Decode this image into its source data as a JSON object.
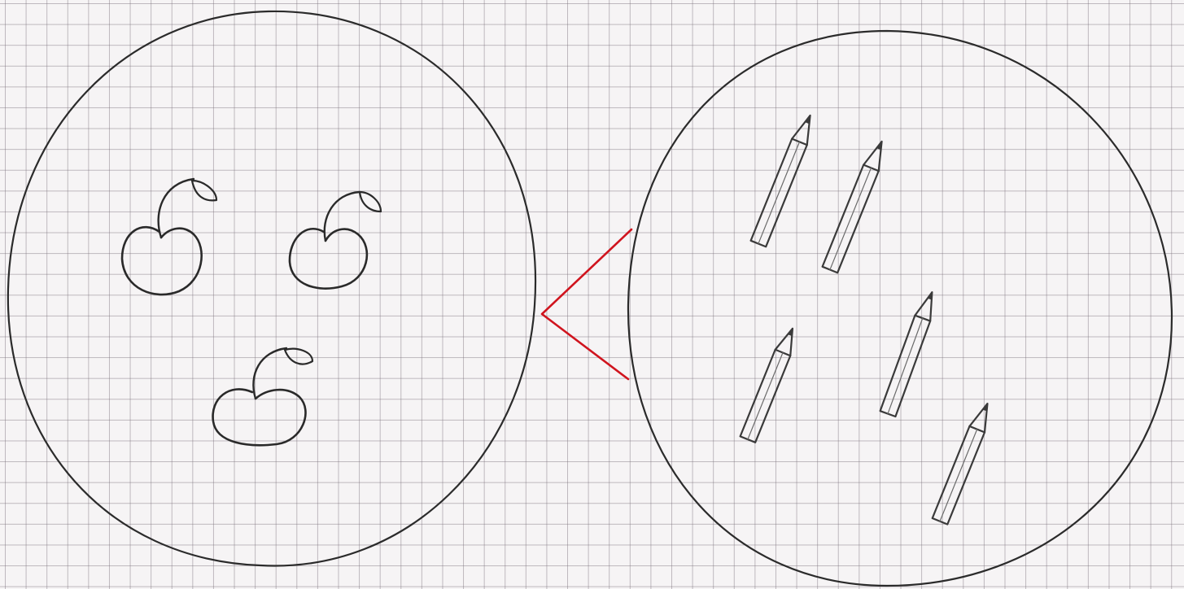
{
  "scene": {
    "description_kind": "hand-drawn sketch on grid paper",
    "paper_color": "#f6f4f5",
    "grid_color": "#8c8290",
    "ink_color": "#2a2a2a",
    "comparison_ink_color": "#d0141e"
  },
  "left_group": {
    "item": "cherry-icon",
    "count": 3
  },
  "comparison": {
    "symbol": "<"
  },
  "right_group": {
    "item": "pencil-icon",
    "count": 5
  }
}
